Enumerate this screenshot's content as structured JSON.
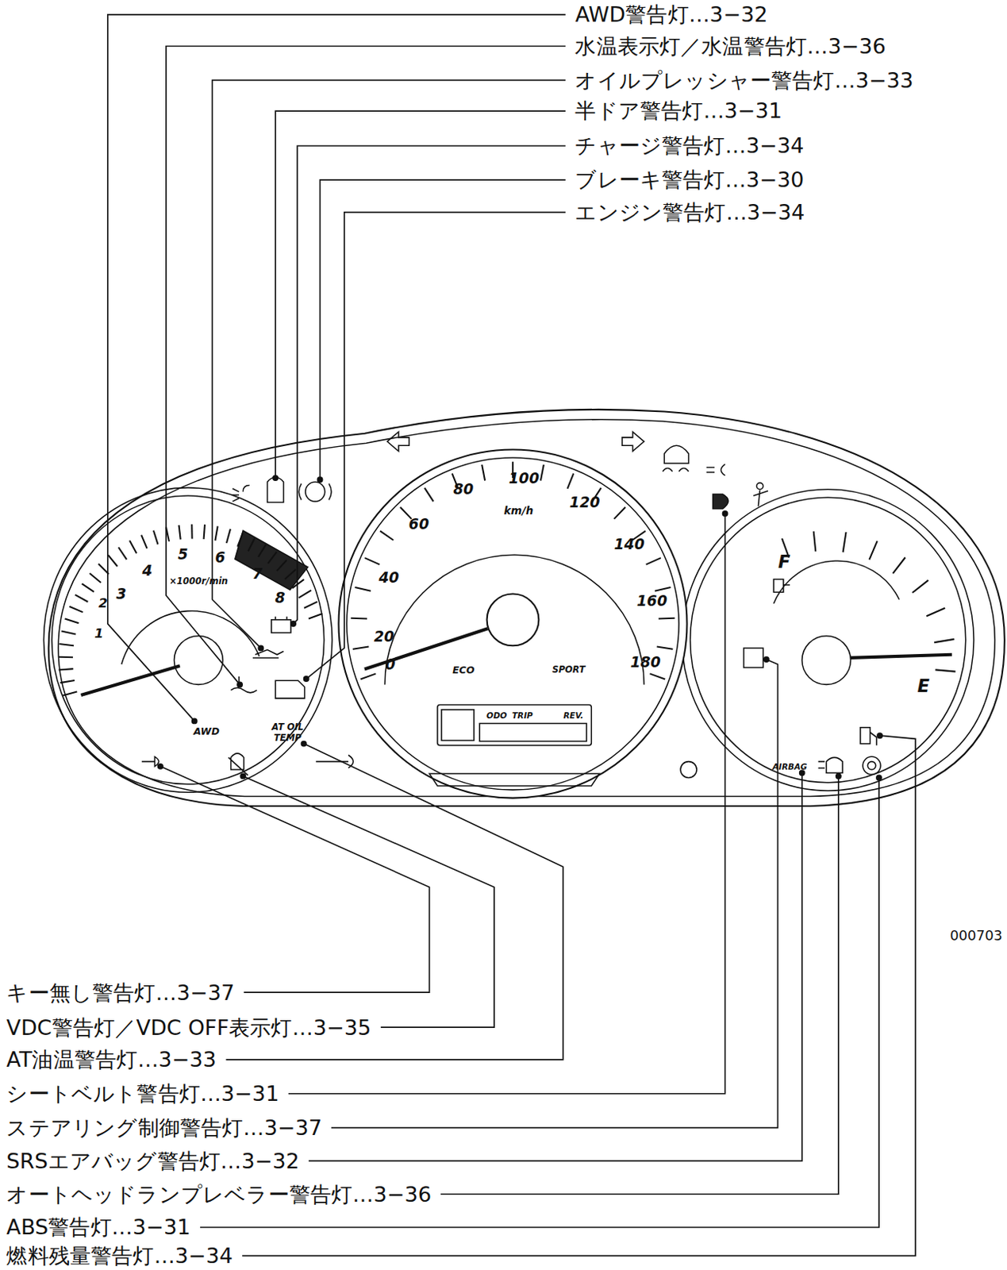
{
  "diagram": {
    "labels": [
      "AWD警告灯…3−32",
      "水温表示灯／水温警告灯…3−36",
      "オイルプレッシャー警告灯…3−33",
      "半ドア警告灯…3−31",
      "チャージ警告灯…3−34",
      "ブレーキ警告灯…3−30",
      "エンジン警告灯…3−34",
      "キー無し警告灯…3−37",
      "VDC警告灯／VDC OFF表示灯…3−35",
      "AT油温警告灯…3−33",
      "シートベルト警告灯…3−31",
      "ステアリング制御警告灯…3−37",
      "SRSエアバッグ警告灯…3−32",
      "オートヘッドランプレベラー警告灯…3−36",
      "ABS警告灯…3−31",
      "燃料残量警告灯…3−34",
      "000703",
      "1",
      "2",
      "3",
      "4",
      "5",
      "6",
      "7",
      "8",
      "×1000r/min",
      "0",
      "20",
      "40",
      "60",
      "80",
      "100",
      "120",
      "140",
      "160",
      "180",
      "km/h",
      "ECO",
      "SPORT",
      "F",
      "E",
      "ODO",
      "TRIP",
      "REV.",
      "AWD",
      "AT OIL",
      "TEMP",
      "AIRBAG"
    ]
  }
}
